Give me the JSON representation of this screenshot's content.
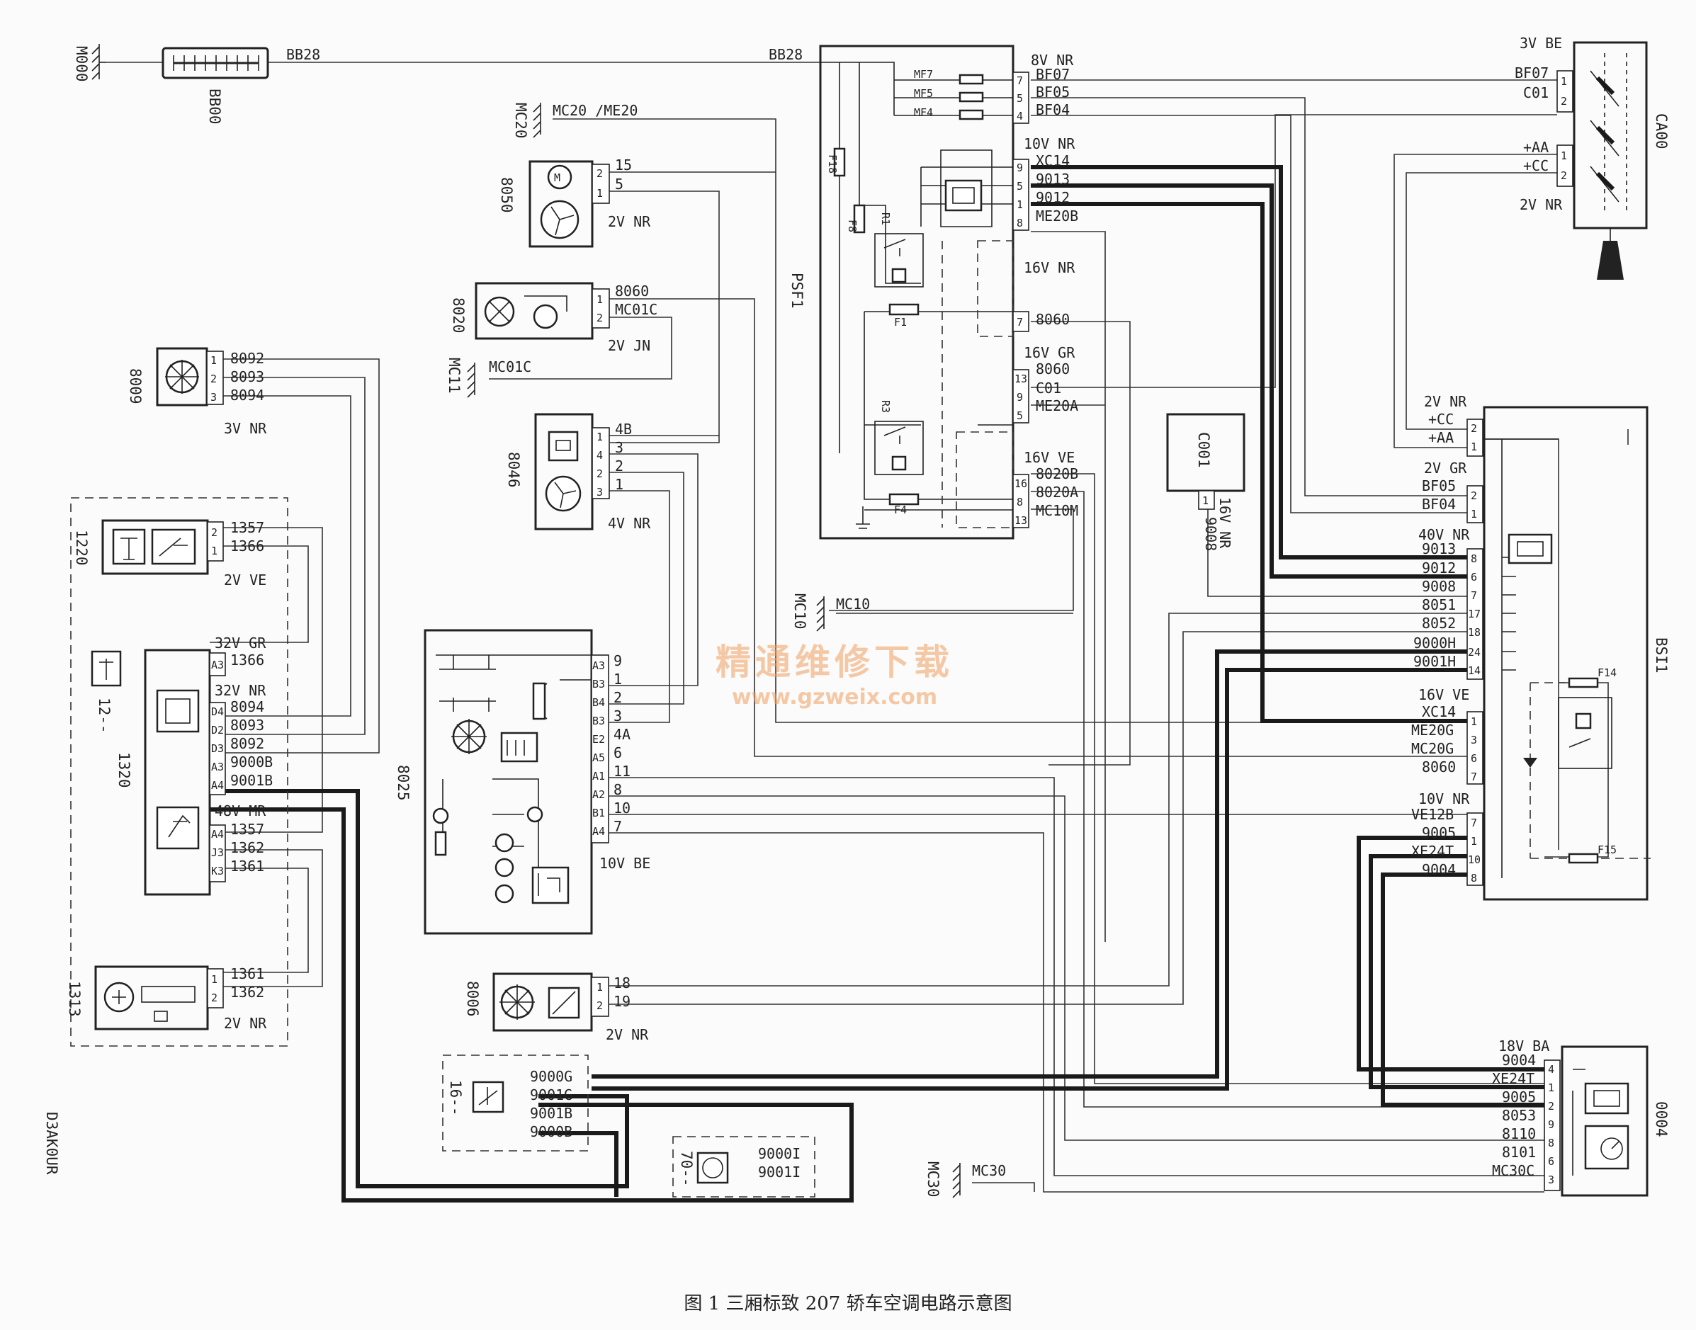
{
  "diagram": {
    "ground_labels": [
      "M000",
      "MC20",
      "MC11",
      "MC10",
      "MC30"
    ],
    "connectors": {
      "bb00": {
        "code": "BB00",
        "wire": "BB28"
      },
      "psf1": {
        "code": "PSF1",
        "in_wire": "BB28",
        "header_1": "8V NR",
        "pins_1": [
          "7",
          "5",
          "4"
        ],
        "wires_1": [
          "BF07",
          "BF05",
          "BF04"
        ],
        "fuses_1": [
          "MF7",
          "MF5",
          "MF4"
        ],
        "header_2": "10V NR",
        "pins_2": [
          "9",
          "5",
          "1",
          "8"
        ],
        "wires_2": [
          "XC14",
          "9013",
          "9012",
          "ME20B"
        ],
        "header_3": "16V NR",
        "pins_3": [
          "7"
        ],
        "wires_3": [
          "8060"
        ],
        "header_4": "16V GR",
        "pins_4": [
          "13",
          "9",
          "5"
        ],
        "wires_4": [
          "8060",
          "C01",
          "ME20A"
        ],
        "header_5": "16V VE",
        "pins_5": [
          "16",
          "8",
          "13"
        ],
        "wires_5": [
          "8020B",
          "8020A",
          "MC10M"
        ],
        "internal": [
          "F18",
          "F8",
          "R1",
          "F1",
          "R3",
          "F4"
        ]
      },
      "ca00": {
        "code": "CA00",
        "header": "3V BE",
        "footer": "2V NR",
        "pins": [
          "1",
          "2",
          "1",
          "2"
        ],
        "wires": [
          "BF07",
          "C01",
          "+AA",
          "+CC"
        ]
      },
      "c8050": {
        "code": "8050",
        "pins": [
          "2",
          "1"
        ],
        "wires": [
          "15",
          "5"
        ],
        "footer": "2V NR",
        "ground_wire": "MC20  /ME20"
      },
      "c8020": {
        "code": "8020",
        "pins": [
          "1",
          "2"
        ],
        "wires": [
          "8060",
          "MC01C"
        ],
        "footer": "2V JN",
        "ground_wire": "MC01C"
      },
      "c8009": {
        "code": "8009",
        "pins": [
          "1",
          "2",
          "3"
        ],
        "wires": [
          "8092",
          "8093",
          "8094"
        ],
        "footer": "3V NR"
      },
      "c8046": {
        "code": "8046",
        "pins": [
          "1",
          "4",
          "2",
          "3"
        ],
        "wires": [
          "4B",
          "3",
          "2",
          "1"
        ],
        "footer": "4V NR"
      },
      "c1220": {
        "code": "1220",
        "pins": [
          "2",
          "1"
        ],
        "wires": [
          "1357",
          "1366"
        ],
        "footer": "2V VE"
      },
      "c1320": {
        "code": "1320",
        "header_1": "32V GR",
        "pins_1": [
          "A3"
        ],
        "wires_1": [
          "1366"
        ],
        "header_2": "32V NR",
        "pins_2": [
          "D4",
          "D2",
          "D3",
          "A3",
          "A4"
        ],
        "wires_2": [
          "8094",
          "8093",
          "8092",
          "9000B",
          "9001B"
        ],
        "header_3": "48V MR",
        "pins_3": [
          "A4",
          "J3",
          "K3"
        ],
        "wires_3": [
          "1357",
          "1362",
          "1361"
        ]
      },
      "c12": {
        "code": "12--"
      },
      "c1313": {
        "code": "1313",
        "pins": [
          "1",
          "2"
        ],
        "wires": [
          "1361",
          "1362"
        ],
        "footer": "2V NR"
      },
      "c8025": {
        "code": "8025",
        "pins": [
          "A3",
          "B3",
          "B4",
          "B3",
          "E2",
          "A5",
          "A1",
          "A2",
          "B1",
          "A4"
        ],
        "wires": [
          "9",
          "1",
          "2",
          "3",
          "4A",
          "6",
          "11",
          "8",
          "10",
          "7"
        ],
        "footer": "10V BE"
      },
      "c8006": {
        "code": "8006",
        "pins": [
          "1",
          "2"
        ],
        "wires": [
          "18",
          "19"
        ],
        "footer": "2V NR"
      },
      "c16": {
        "code": "16--",
        "wires": [
          "9000G",
          "9001G",
          "9001B",
          "9000B"
        ]
      },
      "c70": {
        "code": "70--",
        "wires": [
          "9000I",
          "9001I"
        ]
      },
      "c001": {
        "code": "C001",
        "pin": "1",
        "header": "16V NR",
        "wire": "9008"
      },
      "bsi1": {
        "code": "BSI1",
        "header_1": "2V NR",
        "pins_1": [
          "2",
          "1"
        ],
        "wires_1": [
          "+CC",
          "+AA"
        ],
        "header_2": "2V GR",
        "pins_2": [
          "2",
          "1"
        ],
        "wires_2": [
          "BF05",
          "BF04"
        ],
        "header_3": "40V NR",
        "pins_3": [
          "8",
          "6",
          "7",
          "17",
          "18",
          "24",
          "14"
        ],
        "wires_3": [
          "9013",
          "9012",
          "9008",
          "8051",
          "8052",
          "9000H",
          "9001H"
        ],
        "header_4": "16V VE",
        "pins_4": [
          "1",
          "3",
          "6",
          "7"
        ],
        "wires_4": [
          "XC14",
          "ME20G",
          "MC20G",
          "8060"
        ],
        "header_5": "10V NR",
        "pins_5": [
          "7",
          "1",
          "10",
          "8"
        ],
        "wires_5": [
          "VE12B",
          "9005",
          "XE24T",
          "9004"
        ],
        "fuses": [
          "F14",
          "F15"
        ]
      },
      "c0004": {
        "code": "0004",
        "header": "18V BA",
        "pins": [
          "4",
          "1",
          "2",
          "9",
          "8",
          "6",
          "3"
        ],
        "wires": [
          "9004",
          "XE24T",
          "9005",
          "8053",
          "8110",
          "8101",
          "MC30C"
        ]
      }
    },
    "footnote": "D3AK0UR",
    "watermark": {
      "line_1": "精通维修下载",
      "line_2": "www.gzweix.com"
    },
    "caption": "图 1    三厢标致 207 轿车空调电路示意图"
  }
}
